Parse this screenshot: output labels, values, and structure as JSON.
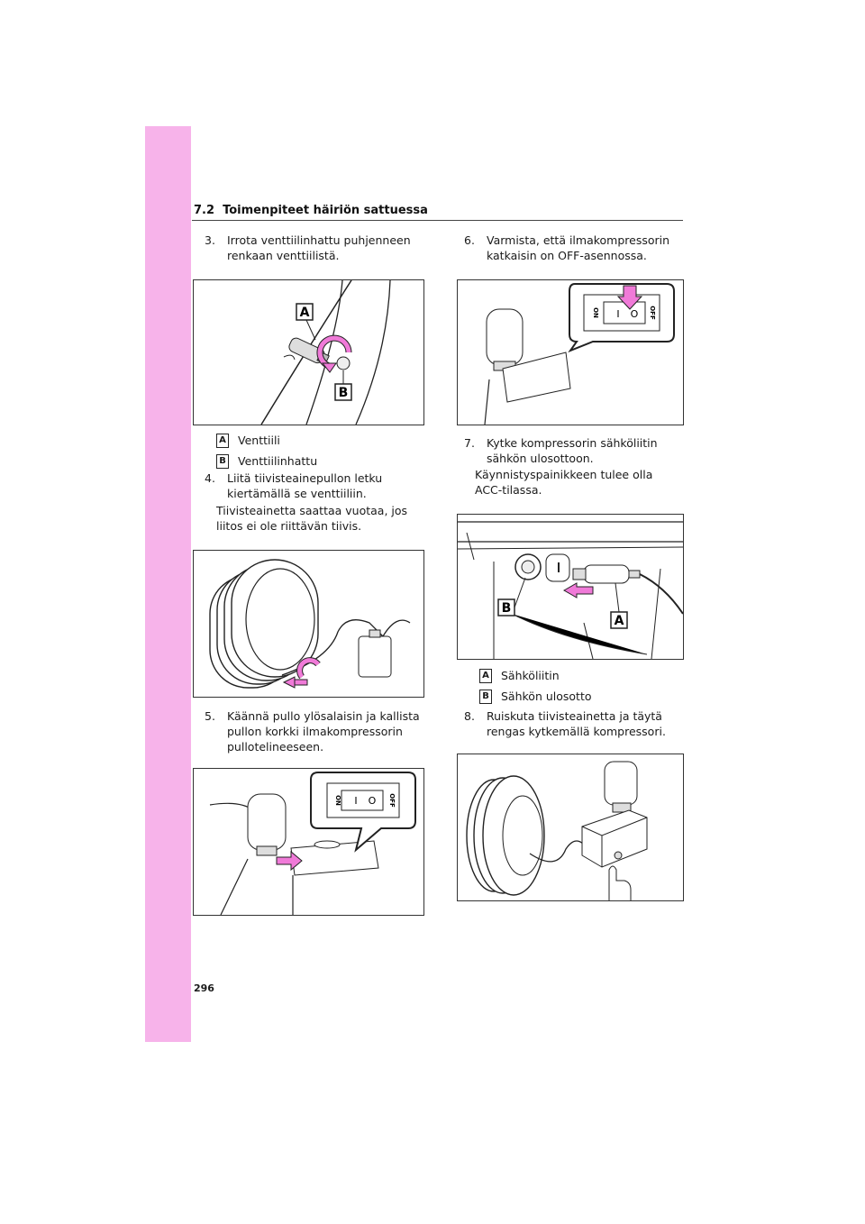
{
  "header": {
    "section": "7.2",
    "title": "Toimenpiteet häiriön sattuessa"
  },
  "page_number": "296",
  "colors": {
    "sidebar": "#f7b3ea",
    "accent_arrow": "#f07ad8"
  },
  "steps": [
    {
      "num": "3.",
      "text": "Irrota venttiilinhattu puhjenneen renkaan venttiilistä."
    },
    {
      "num": "4.",
      "text": "Liitä tiivisteainepullon letku kiertämällä se venttiiliin.",
      "note": "Tiivisteainetta saattaa vuotaa, jos liitos ei ole riittävän tiivis."
    },
    {
      "num": "5.",
      "text": "Käännä pullo ylösalaisin ja kallista pullon korkki ilmakompressorin pullotelineeseen."
    },
    {
      "num": "6.",
      "text": "Varmista, että ilmakompressorin katkaisin on OFF-asennossa."
    },
    {
      "num": "7.",
      "text": "Kytke kompressorin sähköliitin sähkön ulosottoon.",
      "note": "Käynnistyspainikkeen tulee olla ACC-tilassa."
    },
    {
      "num": "8.",
      "text": "Ruiskuta tiivisteainetta ja täytä rengas kytkemällä kompressori."
    }
  ],
  "legend_valve": [
    {
      "key": "A",
      "label": "Venttiili"
    },
    {
      "key": "B",
      "label": "Venttiilinhattu"
    }
  ],
  "legend_socket": [
    {
      "key": "A",
      "label": "Sähköliitin"
    },
    {
      "key": "B",
      "label": "Sähkön ulosotto"
    }
  ],
  "figure_labels": {
    "valve_a": "A",
    "valve_b": "B",
    "socket_a": "A",
    "socket_b": "B",
    "switch_on": "ON",
    "switch_off": "OFF",
    "switch_i": "I",
    "switch_o": "O"
  }
}
